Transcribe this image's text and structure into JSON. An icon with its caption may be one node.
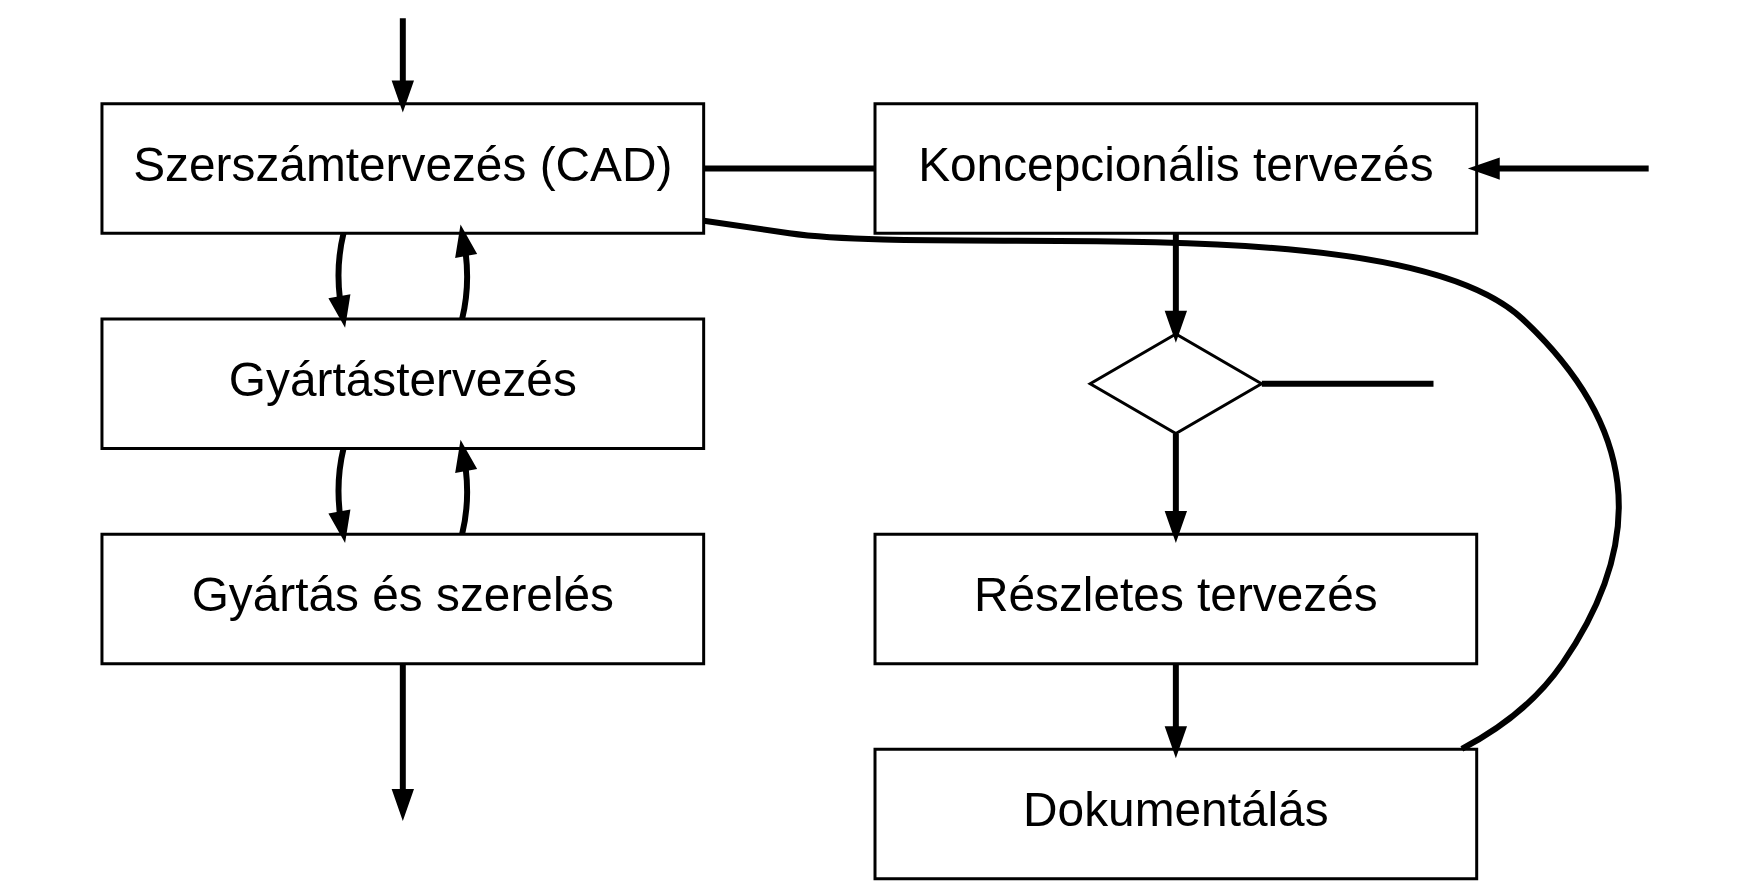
{
  "diagram": {
    "nodes": [
      {
        "text": [
          "Szerszámtervezés (CAD)"
        ]
      },
      {
        "text": [
          "Gyártástervezés"
        ]
      },
      {
        "text": [
          "Gyártás és szerelés"
        ]
      },
      {
        "text": [
          "Koncepcionális tervezés"
        ]
      },
      {
        "text": [],
        "shape": "diamond"
      },
      {
        "text": [
          "Részletes tervezés"
        ]
      },
      {
        "text": [
          "Dokumentálás"
        ]
      }
    ],
    "edges": [
      {
        "from": null,
        "to": 0,
        "arrow": "to"
      },
      {
        "from": 1,
        "to": 0,
        "arrow": "to"
      },
      {
        "from": 0,
        "to": 1,
        "arrow": "to"
      },
      {
        "from": 2,
        "to": 1,
        "arrow": "to"
      },
      {
        "from": 1,
        "to": 2,
        "arrow": "to"
      },
      {
        "from": 2,
        "to": null,
        "arrow": "to"
      },
      {
        "from": 0,
        "to": 3,
        "arrow": "none"
      },
      {
        "from": 0,
        "to": 6,
        "arrow": "none"
      },
      {
        "from": null,
        "to": 3,
        "arrow": "to"
      },
      {
        "from": 3,
        "to": 4,
        "arrow": "to"
      },
      {
        "from": 4,
        "to": null,
        "arrow": "none"
      },
      {
        "from": 4,
        "to": 5,
        "arrow": "to"
      },
      {
        "from": 5,
        "to": 6,
        "arrow": "to"
      }
    ]
  }
}
